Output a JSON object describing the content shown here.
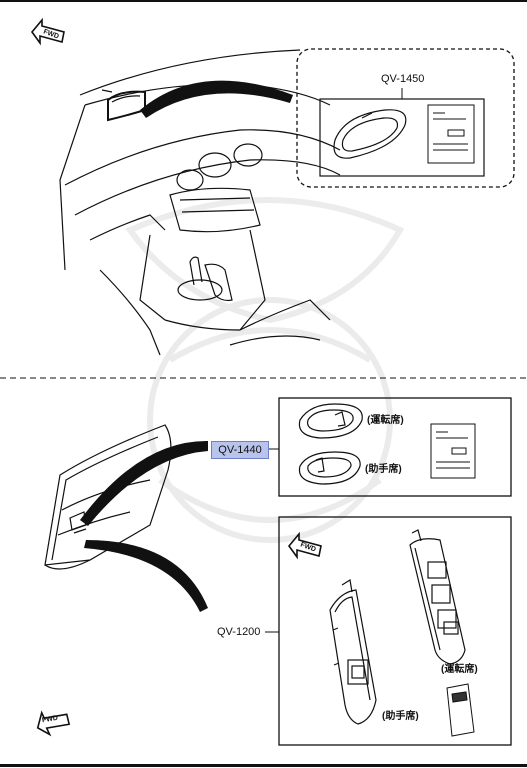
{
  "parts": {
    "mirror_part": "QV-1450",
    "door_panel_part": "QV-1440",
    "switch_panel_part": "QV-1200"
  },
  "labels": {
    "driver_seat": "(運転席)",
    "passenger_seat": "(助手席)",
    "fwd": "FWD"
  },
  "colors": {
    "highlight_fill": "#b8c4ec",
    "highlight_border": "#6f7fc8",
    "line": "#111111"
  },
  "icons": [
    "fwd-arrow-icon",
    "mirror-cover-icon",
    "door-trim-icon",
    "switch-panel-icon",
    "instruction-sheet-icon"
  ]
}
